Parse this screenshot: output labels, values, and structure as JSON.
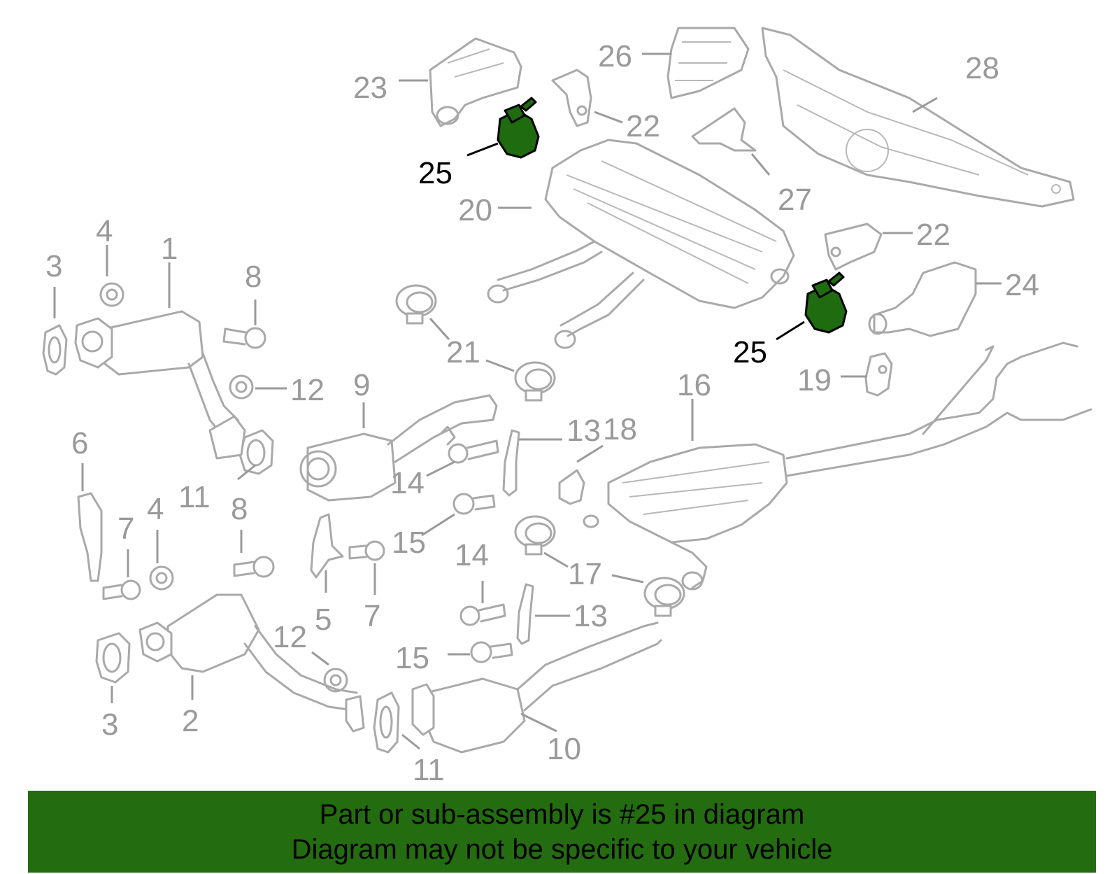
{
  "colors": {
    "part_outline": "#a9a9a9",
    "callout_gray": "#9a9a9a",
    "highlight_green": "#1f6b10",
    "banner_green": "#236c10",
    "highlight_text": "#000000"
  },
  "callouts": {
    "c1": "1",
    "c2": "2",
    "c3a": "3",
    "c3b": "3",
    "c4a": "4",
    "c4b": "4",
    "c5": "5",
    "c6": "6",
    "c7a": "7",
    "c7b": "7",
    "c8a": "8",
    "c8b": "8",
    "c9": "9",
    "c10": "10",
    "c11a": "11",
    "c11b": "11",
    "c12a": "12",
    "c12b": "12",
    "c13a": "13",
    "c13b": "13",
    "c14a": "14",
    "c14b": "14",
    "c15a": "15",
    "c15b": "15",
    "c16": "16",
    "c17": "17",
    "c18": "18",
    "c19": "19",
    "c20": "20",
    "c21": "21",
    "c22a": "22",
    "c22b": "22",
    "c23": "23",
    "c24": "24",
    "c25a": "25",
    "c25b": "25",
    "c26": "26",
    "c27": "27",
    "c28": "28"
  },
  "banner": {
    "line1": "Part or sub-assembly is #25 in diagram",
    "line2": "Diagram may not be specific to your vehicle"
  }
}
